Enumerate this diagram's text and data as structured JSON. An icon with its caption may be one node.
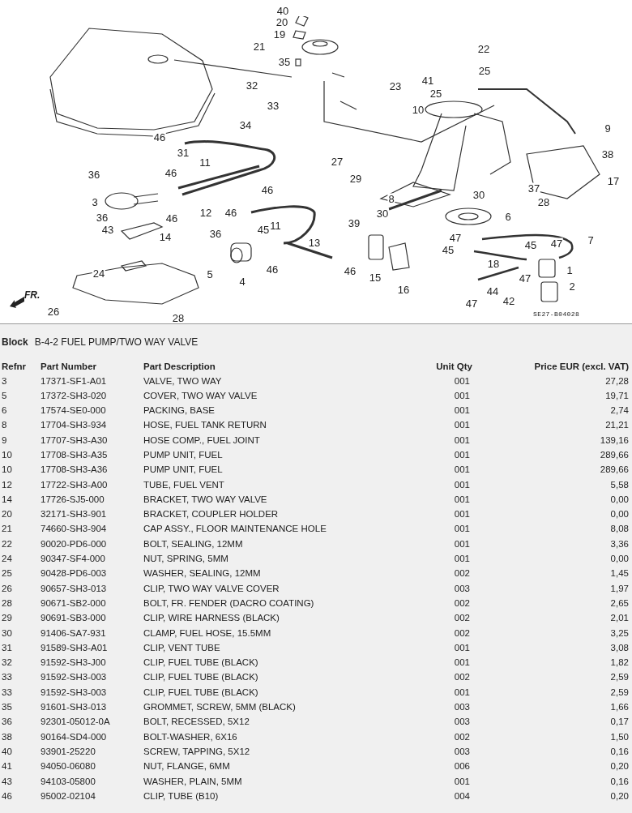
{
  "diagram": {
    "labels": [
      "40",
      "20",
      "19",
      "21",
      "35",
      "32",
      "33",
      "34",
      "46",
      "31",
      "11",
      "36",
      "46",
      "46",
      "3",
      "12",
      "36",
      "46",
      "46",
      "43",
      "14",
      "36",
      "45",
      "11",
      "13",
      "24",
      "5",
      "4",
      "46",
      "26",
      "28",
      "22",
      "25",
      "41",
      "25",
      "23",
      "10",
      "9",
      "38",
      "27",
      "29",
      "17",
      "8",
      "30",
      "37",
      "28",
      "30",
      "6",
      "39",
      "47",
      "7",
      "45",
      "45",
      "47",
      "18",
      "46",
      "15",
      "1",
      "16",
      "47",
      "2",
      "44",
      "47",
      "42",
      "FR.",
      "SE27-B04028",
      "Block",
      "B-4-2 FUEL PUMP/TWO WAY VALVE",
      "Refnr",
      "Part Number",
      "Part Description",
      "Unit Qty",
      "Price EUR (excl. VAT)",
      "3",
      "17371-SF1-A01",
      "VALVE, TWO WAY",
      "001",
      "27,28",
      "5",
      "17372-SH3-020",
      "COVER, TWO WAY VALVE",
      "001",
      "19,71",
      "6",
      "17574-SE0-000",
      "PACKING, BASE",
      "001",
      "2,74",
      "8",
      "17704-SH3-934",
      "HOSE, FUEL TANK RETURN",
      "001",
      "21,21",
      "9",
      "17707-SH3-A30",
      "HOSE COMP., FUEL JOINT",
      "001",
      "139,16",
      "10",
      "17708-SH3-A35",
      "PUMP UNIT, FUEL",
      "001",
      "289,66",
      "10",
      "17708-SH3-A36",
      "PUMP UNIT, FUEL",
      "001",
      "289,66",
      "12",
      "17722-SH3-A00",
      "TUBE, FUEL VENT",
      "001",
      "5,58",
      "14",
      "17726-SJ5-000",
      "BRACKET, TWO WAY VALVE",
      "001",
      "0,00",
      "20",
      "32171-SH3-901",
      "BRACKET, COUPLER HOLDER",
      "001",
      "0,00",
      "21",
      "74660-SH3-904",
      "CAP ASSY., FLOOR MAINTENANCE HOLE",
      "001",
      "8,08",
      "22",
      "90020-PD6-000",
      "BOLT, SEALING, 12MM",
      "001",
      "3,36",
      "24",
      "90347-SF4-000",
      "NUT, SPRING, 5MM",
      "001",
      "0,00",
      "25",
      "90428-PD6-003",
      "WASHER, SEALING, 12MM",
      "002",
      "1,45",
      "26",
      "90657-SH3-013",
      "CLIP, TWO WAY VALVE COVER",
      "003",
      "1,97",
      "28",
      "90671-SB2-000",
      "BOLT, FR. FENDER (DACRO COATING)",
      "002",
      "2,65",
      "29",
      "90691-SB3-000",
      "CLIP, WIRE HARNESS (BLACK)",
      "002",
      "2,01",
      "30",
      "91406-SA7-931",
      "CLAMP, FUEL HOSE, 15.5MM",
      "002",
      "3,25",
      "31",
      "91589-SH3-A01",
      "CLIP, VENT TUBE",
      "001",
      "3,08",
      "32",
      "91592-SH3-J00",
      "CLIP, FUEL TUBE (BLACK)",
      "001",
      "1,82",
      "33",
      "91592-SH3-003",
      "CLIP, FUEL TUBE (BLACK)",
      "002",
      "2,59",
      "33",
      "91592-SH3-003",
      "CLIP, FUEL TUBE (BLACK)",
      "001",
      "2,59",
      "35",
      "91601-SH3-013",
      "GROMMET, SCREW, 5MM (BLACK)",
      "003",
      "1,66",
      "36",
      "92301-05012-0A",
      "BOLT, RECESSED, 5X12",
      "003",
      "0,17",
      "38",
      "90164-SD4-000",
      "BOLT-WASHER, 6X16",
      "002",
      "1,50",
      "40",
      "93901-25220",
      "SCREW, TAPPING, 5X12",
      "003",
      "0,16",
      "41",
      "94050-06080",
      "NUT, FLANGE, 6MM",
      "006",
      "0,20",
      "43",
      "94103-05800",
      "WASHER, PLAIN, 5MM",
      "001",
      "0,16",
      "46",
      "95002-02104",
      "CLIP, TUBE (B10)",
      "004",
      "0,20"
    ]
  }
}
